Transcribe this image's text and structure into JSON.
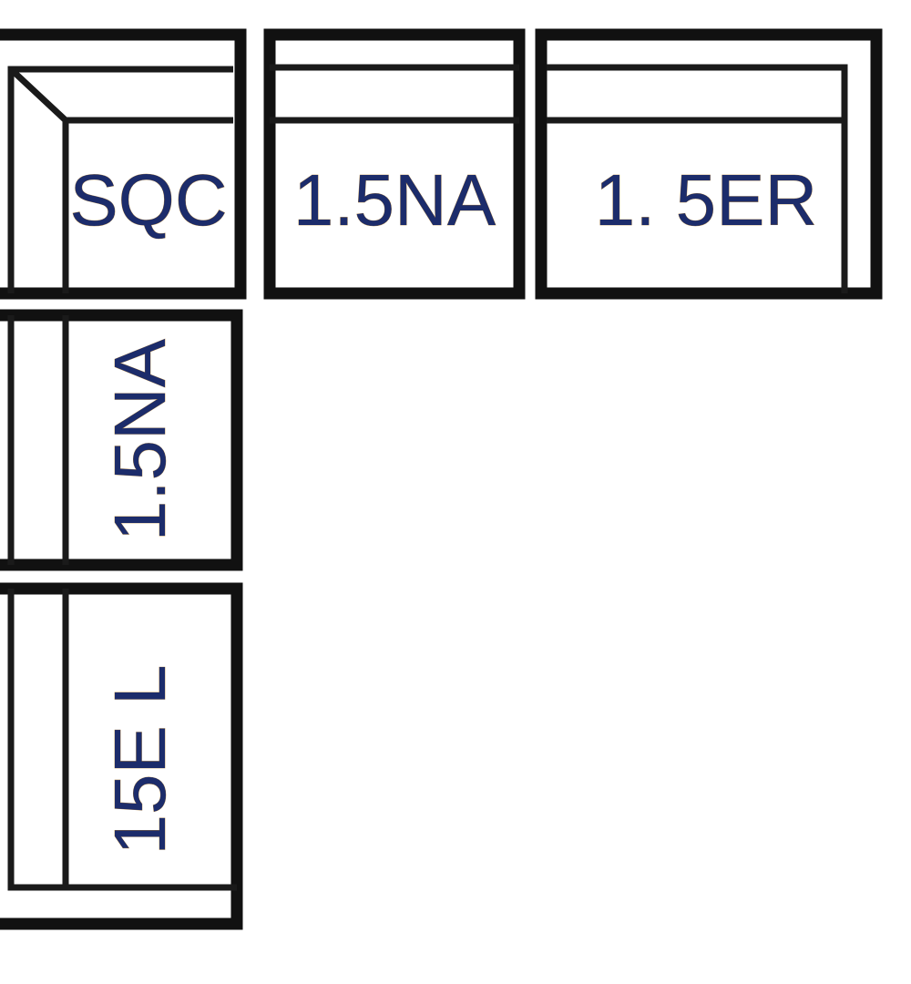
{
  "modules": {
    "sqc": {
      "label": "SQC"
    },
    "top_middle": {
      "label": "1.5NA"
    },
    "top_right": {
      "label": "1. 5ER"
    },
    "left_middle": {
      "label": "1.5NA"
    },
    "left_bottom": {
      "label": "15E L"
    }
  },
  "colors": {
    "line": "#111111",
    "label_fill": "#1c2c6b",
    "label_fringe": "#b8832e",
    "background": "#ffffff"
  }
}
